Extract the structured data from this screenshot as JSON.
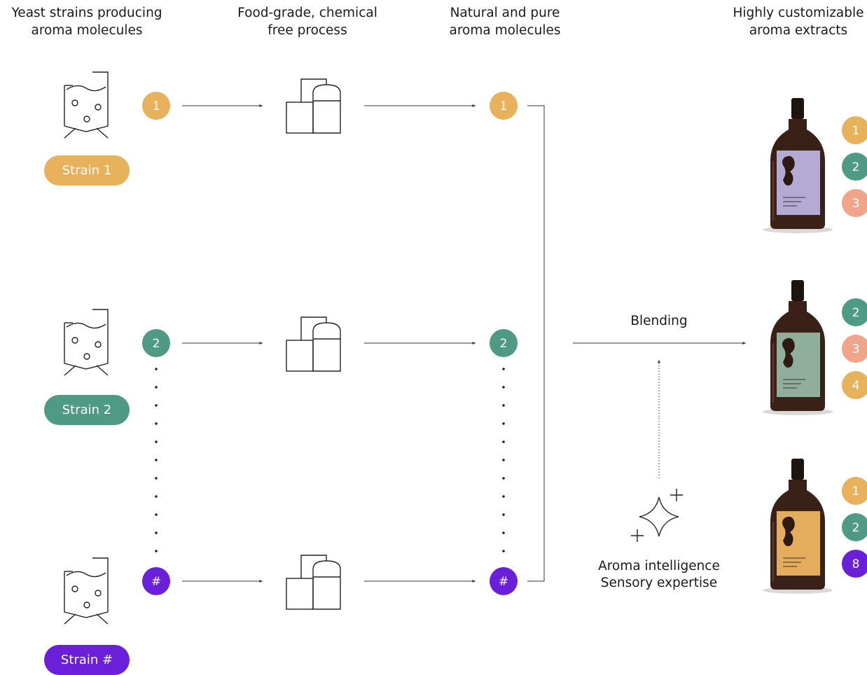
{
  "headers": {
    "strains": "Yeast strains producing\naroma molecules",
    "process": "Food-grade, chemical\nfree process",
    "molecules": "Natural and pure\naroma molecules",
    "extracts": "Highly customizable\naroma extracts"
  },
  "strains": [
    {
      "label": "Strain 1",
      "marker": "1",
      "color": "#e8b15b"
    },
    {
      "label": "Strain 2",
      "marker": "2",
      "color": "#4f9a85"
    },
    {
      "label": "Strain #",
      "marker": "#",
      "color": "#6a1fd8"
    }
  ],
  "blending_label": "Blending",
  "expertise_label": "Aroma intelligence\nSensory expertise",
  "bottles": [
    {
      "label_color": "#b3abd3",
      "badges": [
        "1",
        "2",
        "3"
      ]
    },
    {
      "label_color": "#8fae9b",
      "badges": [
        "2",
        "3",
        "4"
      ]
    },
    {
      "label_color": "#e3ad5d",
      "badges": [
        "1",
        "2",
        "8"
      ]
    }
  ],
  "badge_colors": {
    "1": "#e8b15b",
    "2": "#4f9a85",
    "3": "#f0a48a",
    "4": "#e8b15b",
    "8": "#6a1fd8"
  }
}
